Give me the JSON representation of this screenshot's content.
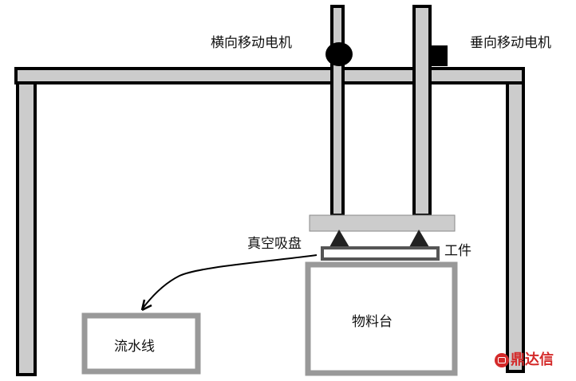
{
  "labels": {
    "horizontal_motor": "横向移动电机",
    "vertical_motor": "垂向移动电机",
    "vacuum_cup": "真空吸盘",
    "workpiece": "工件",
    "material_table": "物料台",
    "conveyor": "流水线"
  },
  "watermark": {
    "text": "鼎达信"
  },
  "colors": {
    "frame_fill": "#cccccc",
    "frame_stroke": "#000000",
    "box_stroke": "#999999",
    "workpiece_stroke": "#555555",
    "suction": "#222222",
    "watermark": "#d42a2a"
  }
}
